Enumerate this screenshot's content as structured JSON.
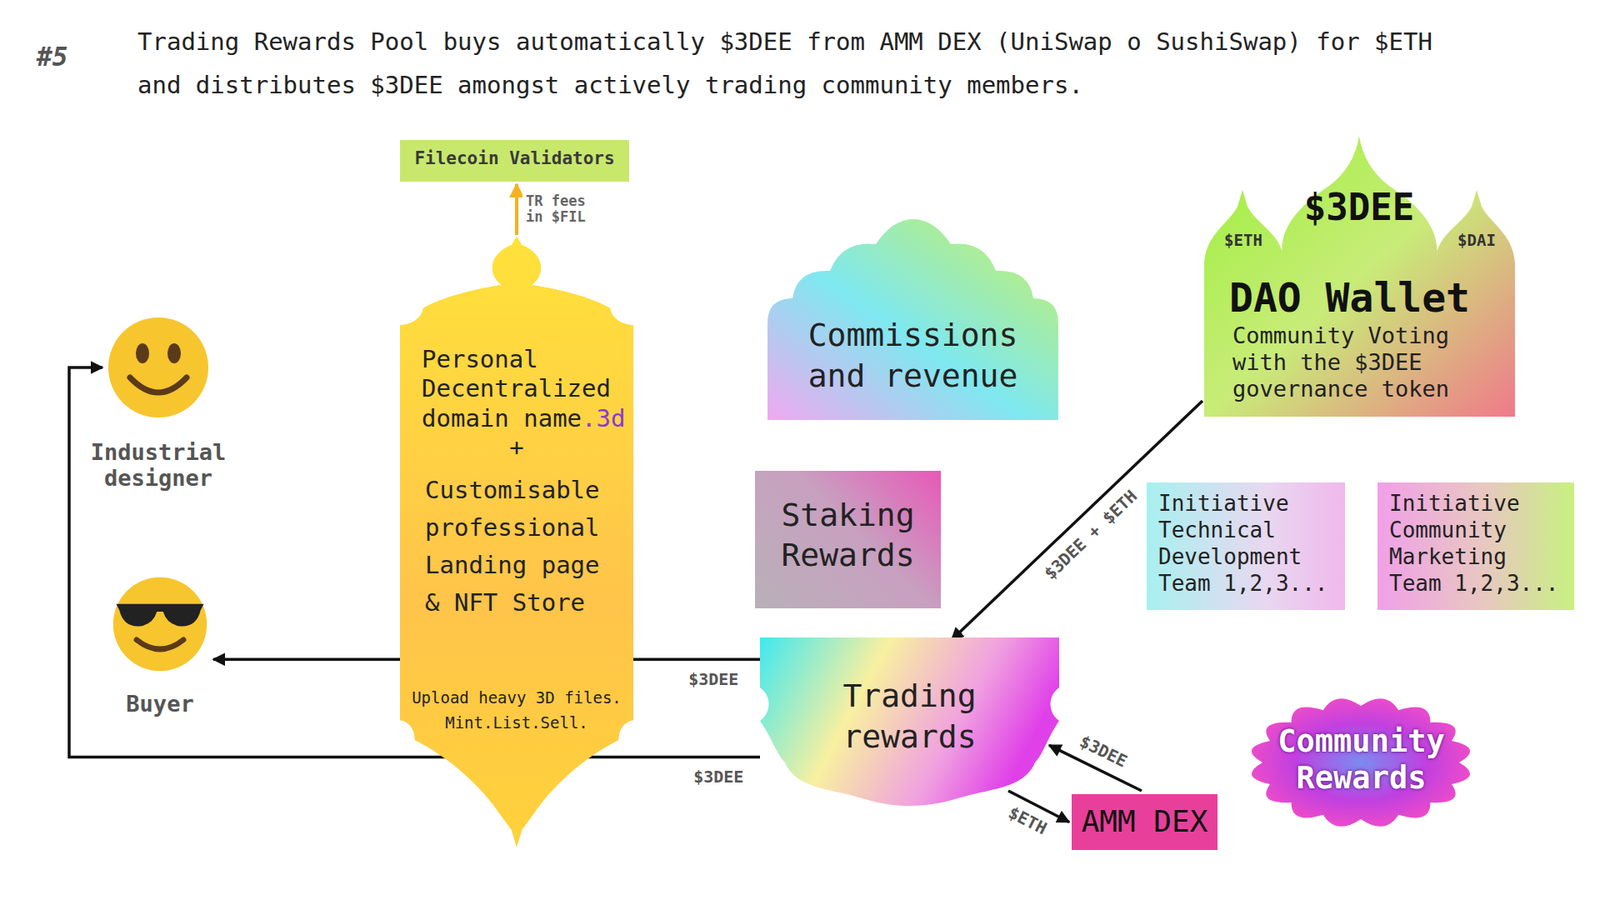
{
  "diagram": {
    "title": "Trading Rewards Pool buys automatically $3DEE from AMM DEX (UniSwap o SushiSwap) for $ETH and distributes $3DEE amongst actively trading community members.",
    "nodes": [
      {
        "text": [
          "Filecoin Validators"
        ]
      },
      {
        "text": [
          "Industrial designer"
        ]
      },
      {
        "text": [
          "Personal Decentralized domain name",
          ".3d",
          "+",
          "Customisable professional Landing page & NFT Store",
          "Upload heavy 3D files. Mint.List.Sell."
        ]
      },
      {
        "text": [
          "Commissions and revenue"
        ]
      },
      {
        "text": [
          "$ETH",
          "$3DEE",
          "$DAI",
          "DAO Wallet",
          "Community Voting with the $3DEE governance token"
        ]
      },
      {
        "text": [
          "Staking Rewards"
        ]
      },
      {
        "text": [
          "Initiative Technical Development Team 1,2,3..."
        ]
      },
      {
        "text": [
          "Initiative Community Marketing Team 1,2,3..."
        ]
      },
      {
        "text": [
          "Buyer"
        ]
      },
      {
        "text": [
          "Trading rewards"
        ]
      },
      {
        "text": [
          "AMM DEX"
        ]
      },
      {
        "text": [
          "Community Rewards"
        ]
      }
    ],
    "edges": [
      {
        "from": 9,
        "to": 8,
        "label": "$3DEE",
        "arrow": "to"
      },
      {
        "from": 9,
        "to": 1,
        "label": "$3DEE",
        "arrow": "to"
      },
      {
        "from": 4,
        "to": 9,
        "label": "$3DEE + $ETH",
        "arrow": "to"
      },
      {
        "from": 9,
        "to": 10,
        "label": "$ETH",
        "arrow": "to"
      },
      {
        "from": 10,
        "to": 9,
        "label": "$3DEE",
        "arrow": "to"
      },
      {
        "from": 2,
        "to": 0,
        "label": "TR fees in $FIL",
        "arrow": "to"
      }
    ],
    "labels": [
      "#5"
    ]
  }
}
